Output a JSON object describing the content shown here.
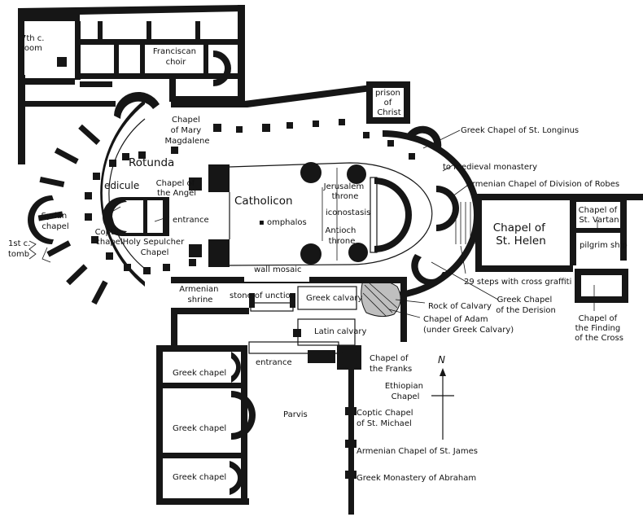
{
  "labels": {
    "room_7th_c": [
      "7th c.",
      "room"
    ],
    "franciscan_choir": [
      "Franciscan",
      "choir"
    ],
    "prison_of_christ": [
      "prison",
      "of",
      "Christ"
    ],
    "chapel_mary_magdalene": [
      "Chapel",
      "of Mary",
      "Magdalene"
    ],
    "greek_chapel_longinus": "Greek Chapel of St. Longinus",
    "to_medieval_monastery": "to medieval monastery",
    "armenian_chapel_robes": "Armenian Chapel of Division of Robes",
    "rotunda": "Rotunda",
    "edicule": "edicule",
    "chapel_of_the_angel": [
      "Chapel of",
      "the Angel"
    ],
    "catholicon": "Catholicon",
    "jerusalem_throne": [
      "Jerusalem",
      "throne"
    ],
    "iconostasis": "iconostasis",
    "omphalos": "▪ omphalos",
    "antioch_throne": [
      "Antioch",
      "throne"
    ],
    "syrian_chapel": [
      "Syrian",
      "chapel"
    ],
    "entrance_edicule": "entrance",
    "coptic_chapel": [
      "Coptic",
      "chapel"
    ],
    "holy_sepulcher_chapel": [
      "Holy Sepulcher",
      "Chapel"
    ],
    "chapel_st_helen": [
      "Chapel of",
      "St. Helen"
    ],
    "chapel_st_vartan": [
      "Chapel of",
      "St. Vartan"
    ],
    "pilgrim_ship": "pilgrim ship",
    "tomb_1st_c": [
      "1st c.",
      "tomb"
    ],
    "wall_mosaic": "wall mosaic",
    "steps_29": "29 steps with cross graffiti",
    "greek_chapel_derision": [
      "Greek Chapel",
      "of the Derision"
    ],
    "armenian_shrine": [
      "Armenian",
      "shrine"
    ],
    "stone_of_unction": "stone of unction",
    "greek_calvary": "Greek calvary",
    "rock_of_calvary": "Rock of Calvary",
    "chapel_of_adam": [
      "Chapel of Adam",
      "(under Greek Calvary)"
    ],
    "latin_calvary": "Latin calvary",
    "chapel_finding_cross": [
      "Chapel of",
      "the Finding",
      "of the Cross"
    ],
    "greek_chapel_1": "Greek chapel",
    "entrance_main": "entrance",
    "chapel_of_franks": [
      "Chapel of",
      "the Franks"
    ],
    "north": "N",
    "ethiopian_chapel": [
      "Ethiopian",
      "Chapel"
    ],
    "parvis": "Parvis",
    "coptic_chapel_michael": [
      "Coptic Chapel",
      "of St. Michael"
    ],
    "greek_chapel_2": "Greek chapel",
    "armenian_chapel_james": "Armenian Chapel of St. James",
    "greek_chapel_3": "Greek chapel",
    "greek_monastery_abraham": "Greek Monastery of Abraham"
  }
}
